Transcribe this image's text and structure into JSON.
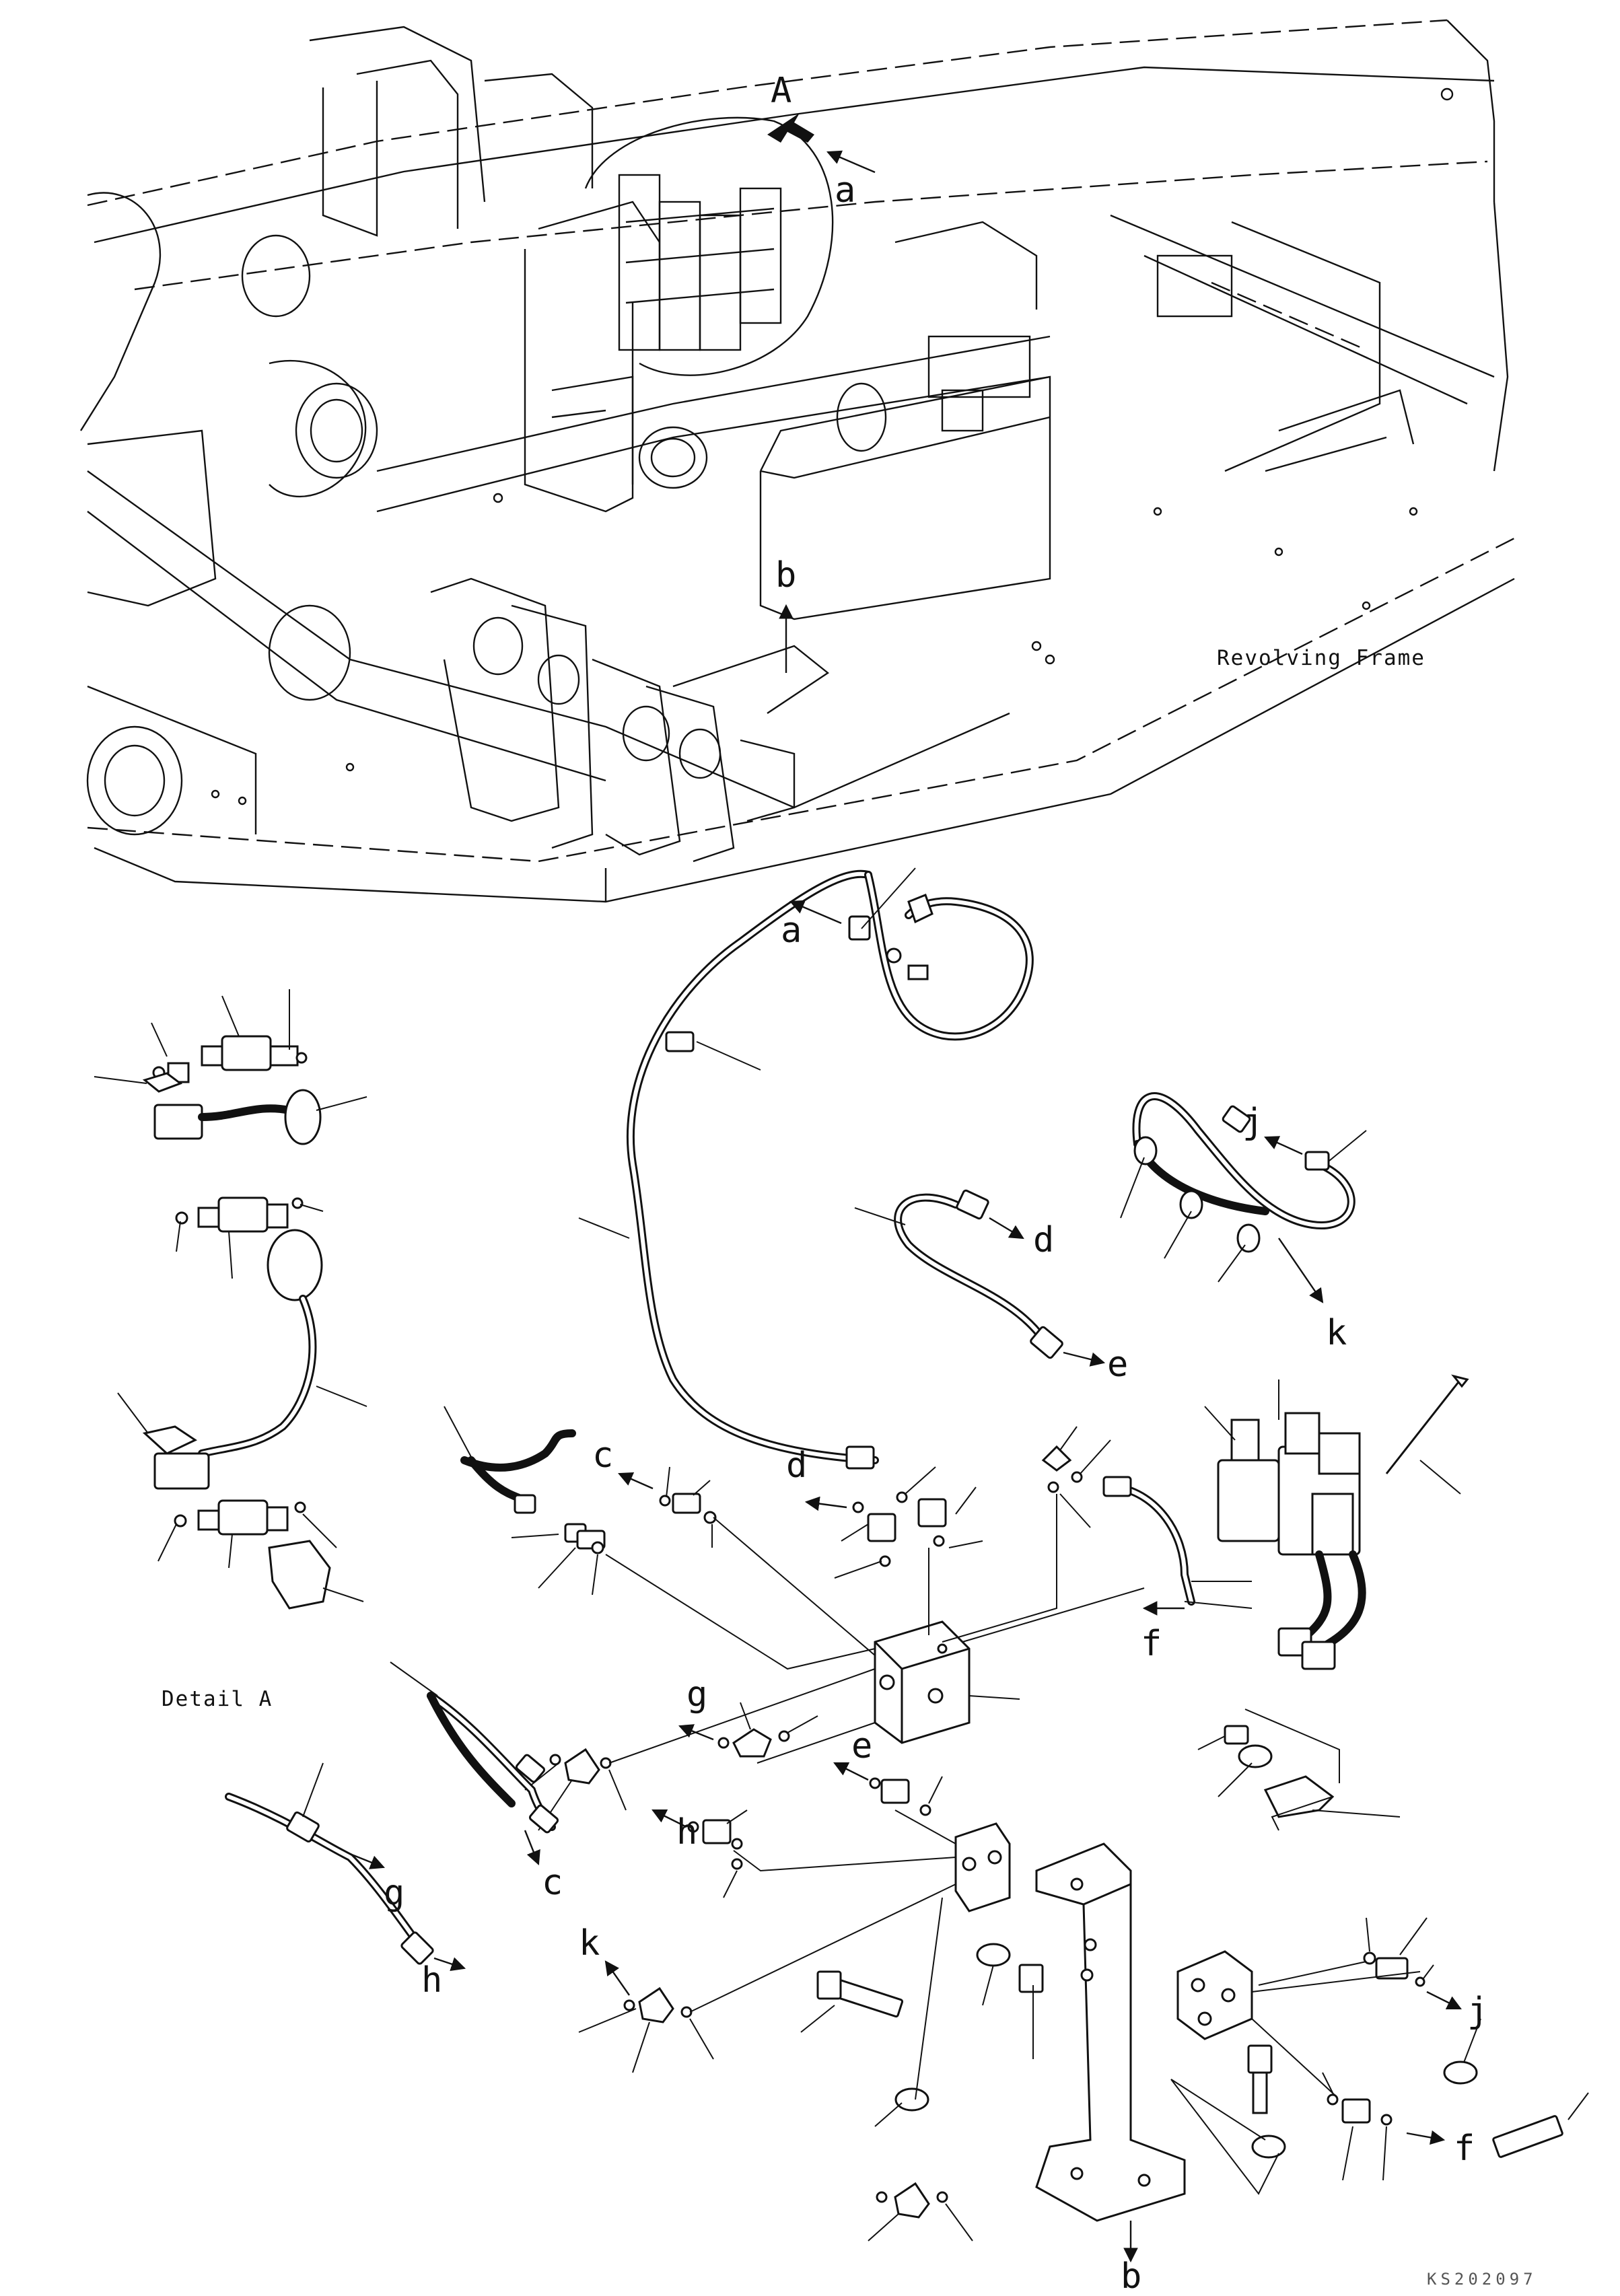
{
  "view_labels": {
    "main_view": "Revolving Frame",
    "detail_view": "Detail A",
    "detail_callout": "A",
    "drawing_code": "KS202097"
  },
  "connection_labels": {
    "a_top": "a",
    "b_top": "b",
    "a": "a",
    "b": "b",
    "c1": "c",
    "c2": "c",
    "d1": "d",
    "d2": "d",
    "e1": "e",
    "e2": "e",
    "f1": "f",
    "f2": "f",
    "g1": "g",
    "g2": "g",
    "h1": "h",
    "h2": "h",
    "j1": "j",
    "j2": "j",
    "k1": "k",
    "k2": "k"
  },
  "colors": {
    "line": "#111111",
    "background": "#ffffff"
  }
}
